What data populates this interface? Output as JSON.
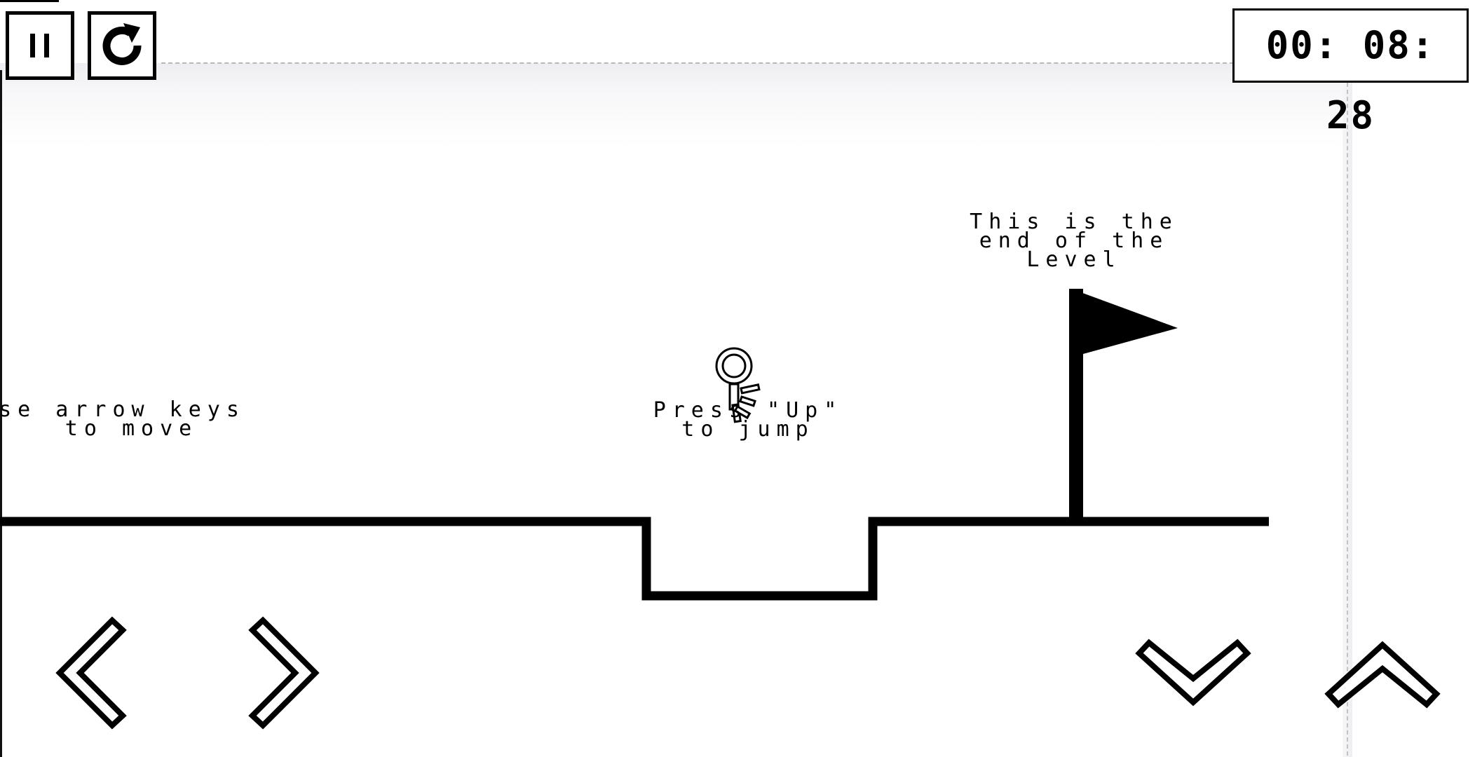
{
  "hud": {
    "timer": "00: 08: 28",
    "pause_icon": "pause-icon",
    "restart_icon": "restart-icon"
  },
  "hints": {
    "move": "se arrow keys\n to move",
    "jump": "Press \"Up\"\nto jump",
    "end": "This is the\nend of the\nLevel"
  },
  "controls": {
    "left_icon": "chevron-left-icon",
    "right_icon": "chevron-right-icon",
    "down_icon": "chevron-down-icon",
    "up_icon": "chevron-up-icon"
  },
  "colors": {
    "ink": "#000000",
    "paper": "#ffffff"
  }
}
